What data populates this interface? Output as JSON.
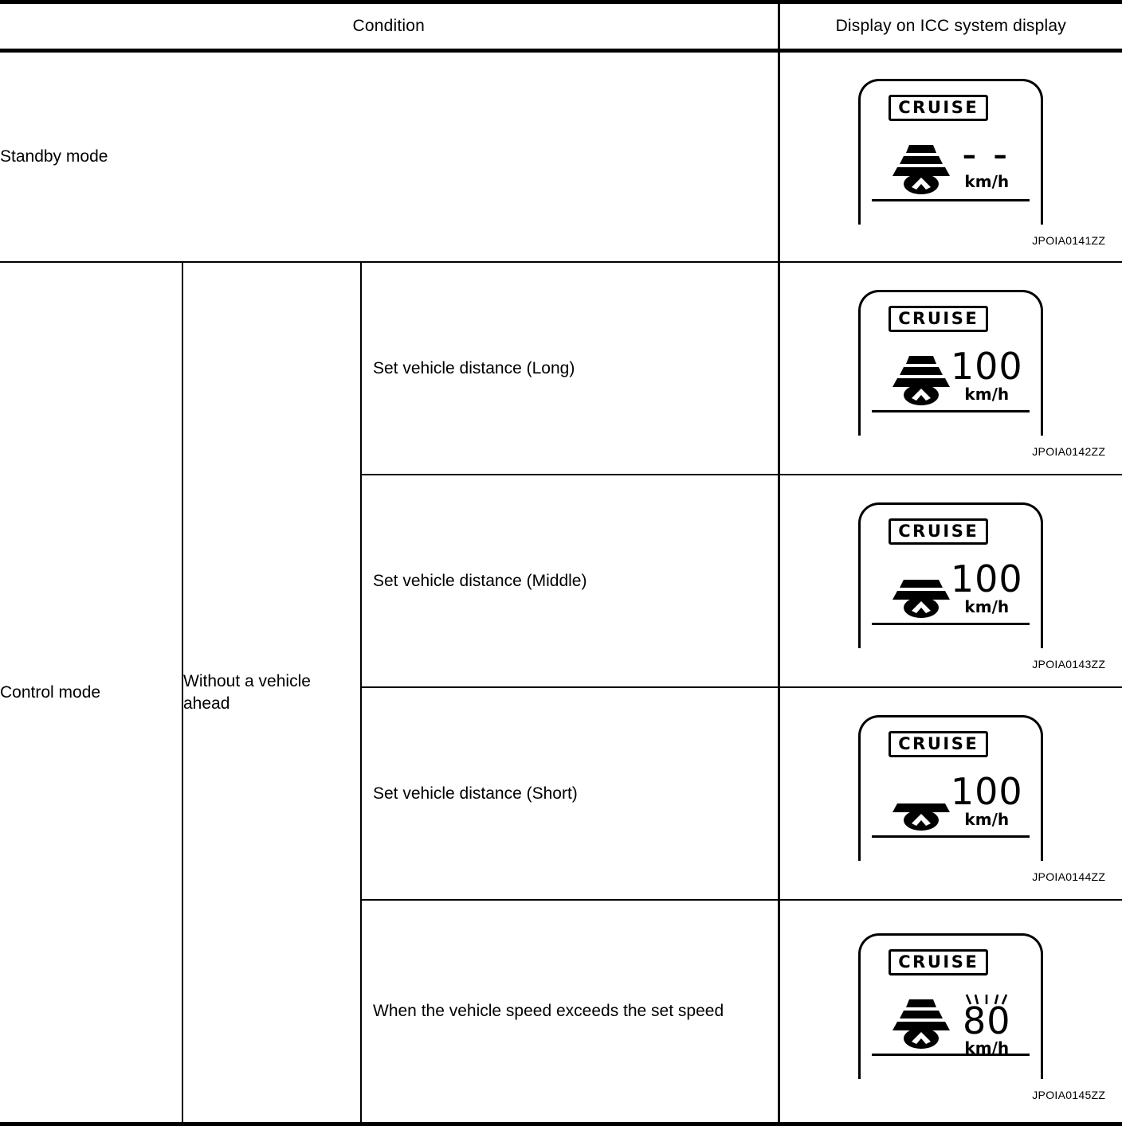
{
  "table": {
    "headers": {
      "condition": "Condition",
      "display": "Display on ICC system display"
    },
    "rows": [
      {
        "mode": "Standby mode",
        "vehicle_state": "",
        "detail": "",
        "display": {
          "badge": "CRUISE",
          "speed": "– –",
          "unit": "km/h",
          "bars": 3,
          "flashing": false,
          "figure_code": "JPOIA0141ZZ"
        }
      },
      {
        "mode": "Control mode",
        "vehicle_state": "Without a vehicle ahead",
        "detail": "Set vehicle distance (Long)",
        "display": {
          "badge": "CRUISE",
          "speed": "100",
          "unit": "km/h",
          "bars": 3,
          "flashing": false,
          "figure_code": "JPOIA0142ZZ"
        }
      },
      {
        "mode": "",
        "vehicle_state": "",
        "detail": "Set vehicle distance (Middle)",
        "display": {
          "badge": "CRUISE",
          "speed": "100",
          "unit": "km/h",
          "bars": 2,
          "flashing": false,
          "figure_code": "JPOIA0143ZZ"
        }
      },
      {
        "mode": "",
        "vehicle_state": "",
        "detail": "Set vehicle distance (Short)",
        "display": {
          "badge": "CRUISE",
          "speed": "100",
          "unit": "km/h",
          "bars": 1,
          "flashing": false,
          "figure_code": "JPOIA0144ZZ"
        }
      },
      {
        "mode": "",
        "vehicle_state": "",
        "detail": "When the vehicle speed exceeds the set speed",
        "display": {
          "badge": "CRUISE",
          "speed": "80",
          "unit": "km/h",
          "bars": 3,
          "flashing": true,
          "figure_code": "JPOIA0145ZZ"
        }
      }
    ]
  },
  "icons": {
    "distance_indicator": "vehicle-distance-bars-icon",
    "vehicle_marker": "own-vehicle-chevron-icon",
    "flash_marks": "speed-flashing-marks-icon"
  },
  "colors": {
    "ink": "#000000",
    "paper": "#ffffff"
  }
}
